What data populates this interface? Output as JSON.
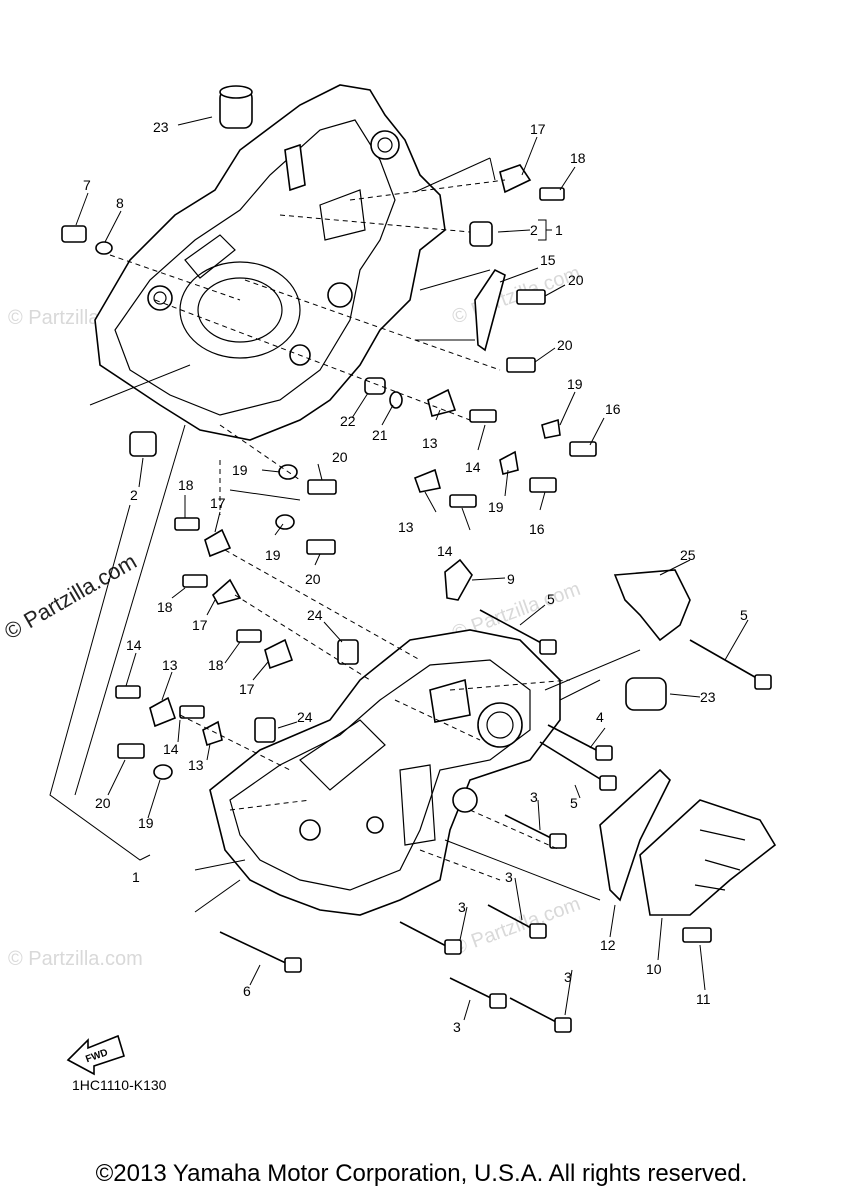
{
  "watermark": {
    "site": "© Partzilla.com",
    "faint": "© Partzilla.com"
  },
  "diagram_code": "1HC1110-K130",
  "fwd_label": "FWD",
  "copyright": "©2013 Yamaha Motor Corporation, U.S.A. All rights reserved.",
  "callouts": {
    "c23a": "23",
    "c17a": "17",
    "c18a": "18",
    "c7": "7",
    "c8": "8",
    "c2a": "2",
    "c1a": "1",
    "c15": "15",
    "c20a": "20",
    "c20b": "20",
    "c19a": "19",
    "c16a": "16",
    "c22": "22",
    "c21": "21",
    "c13a": "13",
    "c14a": "14",
    "c2b": "2",
    "c19b": "19",
    "c20c": "20",
    "c19c": "19",
    "c16b": "16",
    "c18b": "18",
    "c17b": "17",
    "c13b": "13",
    "c14b": "14",
    "c19d": "19",
    "c20d": "20",
    "c9": "9",
    "c25": "25",
    "c18c": "18",
    "c17c": "17",
    "c5a": "5",
    "c5b": "5",
    "c24a": "24",
    "c14c": "14",
    "c13c": "13",
    "c18d": "18",
    "c17d": "17",
    "c23b": "23",
    "c4": "4",
    "c14d": "14",
    "c24b": "24",
    "c13d": "13",
    "c5c": "5",
    "c20e": "20",
    "c19e": "19",
    "c3a": "3",
    "c1b": "1",
    "c3b": "3",
    "c3c": "3",
    "c12": "12",
    "c10": "10",
    "c11": "11",
    "c6": "6",
    "c3d": "3",
    "c3e": "3"
  }
}
